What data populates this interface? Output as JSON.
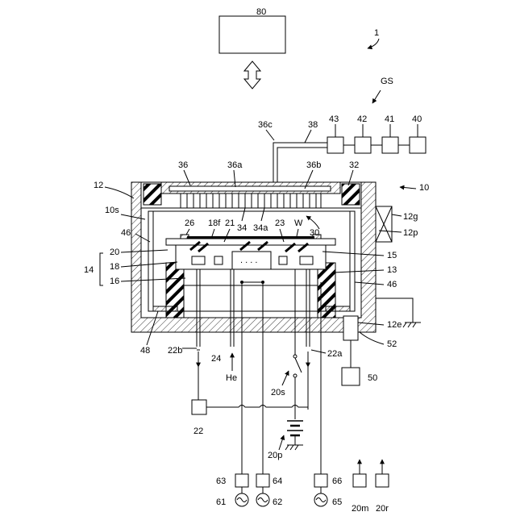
{
  "labels": {
    "l80": "80",
    "l1": "1",
    "lGS": "GS",
    "l43": "43",
    "l42": "42",
    "l41": "41",
    "l40": "40",
    "l36c": "36c",
    "l38": "38",
    "l36": "36",
    "l36a": "36a",
    "l36b": "36b",
    "l32": "32",
    "l12": "12",
    "l10": "10",
    "l10s": "10s",
    "l12g": "12g",
    "l12p": "12p",
    "l26": "26",
    "l18f": "18f",
    "l21": "21",
    "l34": "34",
    "l34a": "34a",
    "l23": "23",
    "lW": "W",
    "l30": "30",
    "l46a": "46",
    "l46b": "46",
    "l20": "20",
    "l18": "18",
    "l16": "16",
    "l14": "14",
    "l15": "15",
    "l13": "13",
    "l12e": "12e",
    "l52": "52",
    "l48": "48",
    "l22b": "22b",
    "l24": "24",
    "lHe": "He",
    "l22a": "22a",
    "l20s": "20s",
    "l50": "50",
    "l22": "22",
    "l20p": "20p",
    "l63": "63",
    "l64": "64",
    "l66": "66",
    "l61": "61",
    "l62": "62",
    "l65": "65",
    "l20m": "20m",
    "l20r": "20r"
  },
  "colors": {
    "line": "#000000",
    "background": "#ffffff"
  }
}
